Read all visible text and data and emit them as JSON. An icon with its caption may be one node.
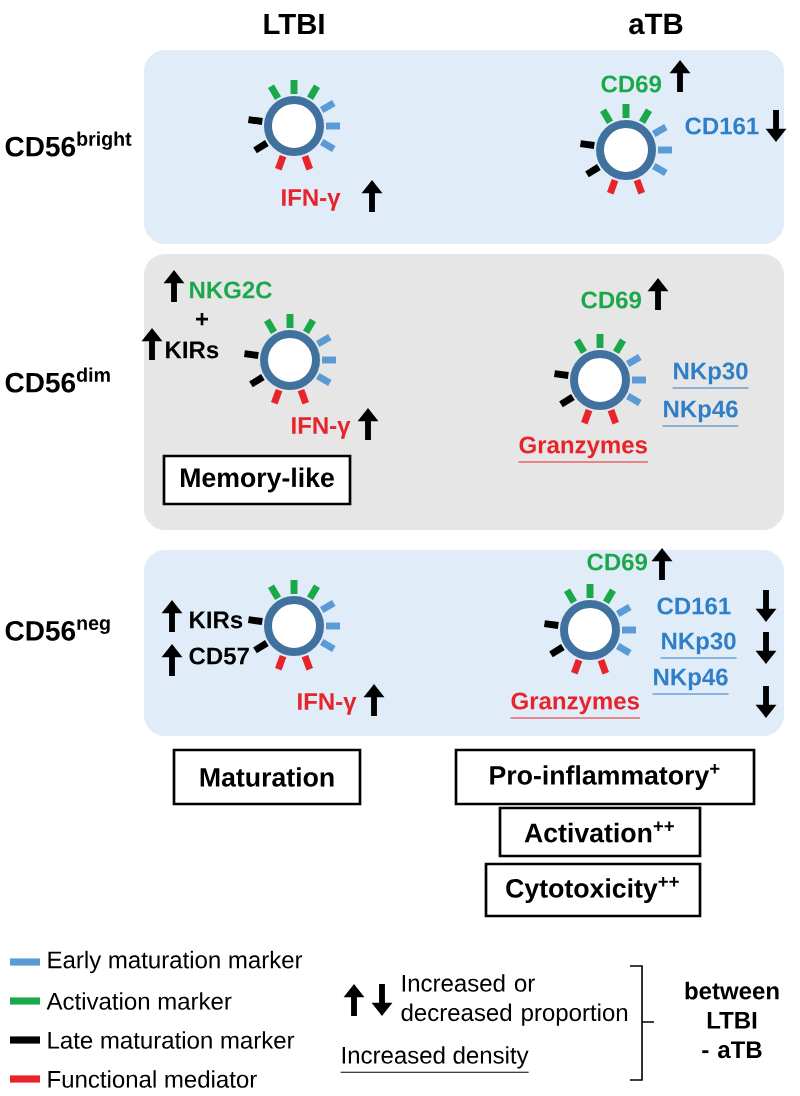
{
  "diagram": {
    "nodes": [
      {
        "text": [
          "CD56$^{bright}$"
        ]
      },
      {
        "text": [],
        "shape": "circle",
        "in": 0,
        "beside": [
          "IFN-γ"
        ]
      },
      {
        "text": [],
        "shape": "circle",
        "in": 0,
        "beside": [
          "CD69",
          "CD161"
        ]
      },
      {
        "text": [
          "CD56$^{dim}$"
        ]
      },
      {
        "text": [],
        "shape": "circle",
        "in": 3,
        "beside": [
          "NKG2C",
          "+",
          "KIRs",
          "IFN-γ"
        ]
      },
      {
        "text": [],
        "shape": "circle",
        "in": 3,
        "beside": [
          "CD69",
          "NKp30",
          "NKp46",
          "Granzymes"
        ]
      },
      {
        "text": [
          "Memory-like"
        ],
        "in": 3
      },
      {
        "text": [
          "CD56$^{neg}$"
        ]
      },
      {
        "text": [],
        "shape": "circle",
        "in": 7,
        "beside": [
          "KIRs",
          "CD57",
          "IFN-γ"
        ]
      },
      {
        "text": [],
        "shape": "circle",
        "in": 7,
        "beside": [
          "CD69",
          "CD161",
          "NKp30",
          "NKp46",
          "Granzymes"
        ]
      },
      {
        "text": [
          "Maturation"
        ]
      },
      {
        "text": [
          "Pro-inflammatory$^{+}$"
        ]
      },
      {
        "text": [
          "Activation$^{++}$"
        ]
      },
      {
        "text": [
          "Cytotoxicity$^{++}$"
        ]
      }
    ],
    "labels": [
      "LTBI",
      "aTB",
      "Increased or decreased proportion",
      "Increased density",
      "between LTBI - aTB"
    ],
    "legend": [
      {
        "text": "Early maturation marker",
        "color": "#5b9bd5"
      },
      {
        "text": "Activation marker",
        "color": "#1aa84a"
      },
      {
        "text": "Late maturation marker",
        "color": "#000000"
      },
      {
        "text": "Functional mediator",
        "color": "#e8232a"
      }
    ]
  }
}
